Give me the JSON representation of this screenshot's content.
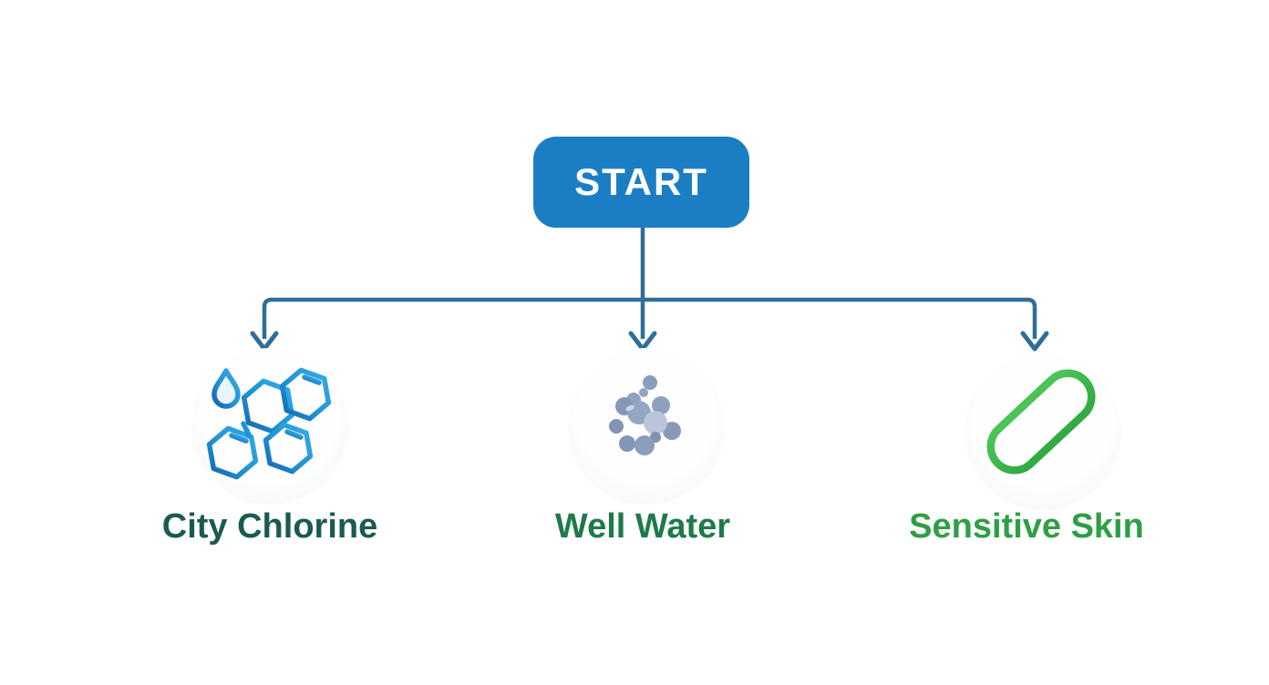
{
  "diagram": {
    "type": "flowchart",
    "start": {
      "label": "START"
    },
    "branches": [
      {
        "label": "City Chlorine",
        "icon": "chlorine-molecule-icon",
        "label_color": "#1a5a52"
      },
      {
        "label": "Well Water",
        "icon": "mineral-particles-icon",
        "label_color": "#1e7a4a"
      },
      {
        "label": "Sensitive Skin",
        "icon": "capsule-icon",
        "label_color": "#2f9e45"
      }
    ],
    "colors": {
      "background": "#ffffff",
      "start_bg": "#1b7ec5",
      "start_text": "#ffffff",
      "connector": "#2e6f99",
      "molecule_light_blue": "#35ace8",
      "molecule_dark_blue": "#1464ae",
      "droplet_fill": "#e9f5fc",
      "mineral_gray_blue": "#889bb8",
      "mineral_light": "#b9c5d8",
      "capsule_green": "#3eb84e"
    }
  }
}
